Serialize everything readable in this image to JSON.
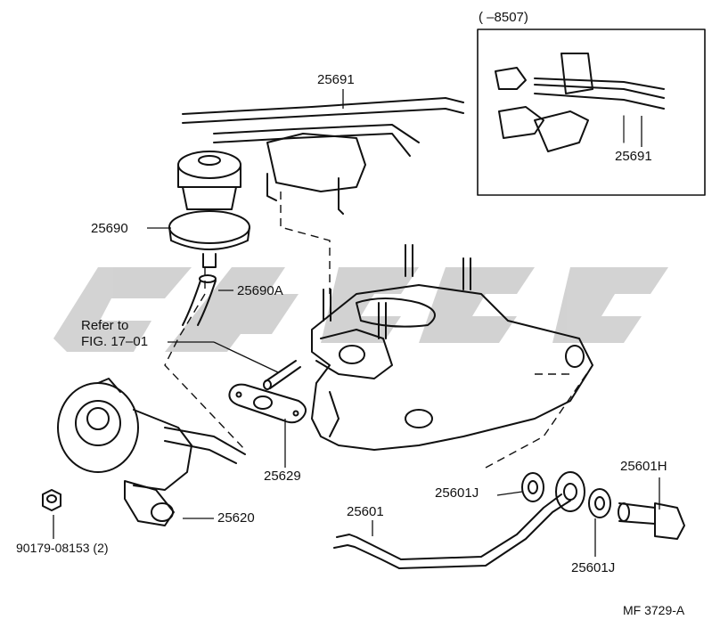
{
  "diagram": {
    "inset_header": "(      –8507)",
    "figure_code": "MF  3729-A",
    "labels": {
      "p25691_top": "25691",
      "p25691_inset": "25691",
      "p25690": "25690",
      "p25690A": "25690A",
      "refer_line1": "Refer to",
      "refer_line2": "FIG. 17–01",
      "p25629": "25629",
      "p25620": "25620",
      "p90179": "90179-08153 (2)",
      "p25601": "25601",
      "p25601J_upper": "25601J",
      "p25601J_lower": "25601J",
      "p25601H": "25601H"
    }
  },
  "watermark": {
    "color": "#bdbdbd"
  }
}
